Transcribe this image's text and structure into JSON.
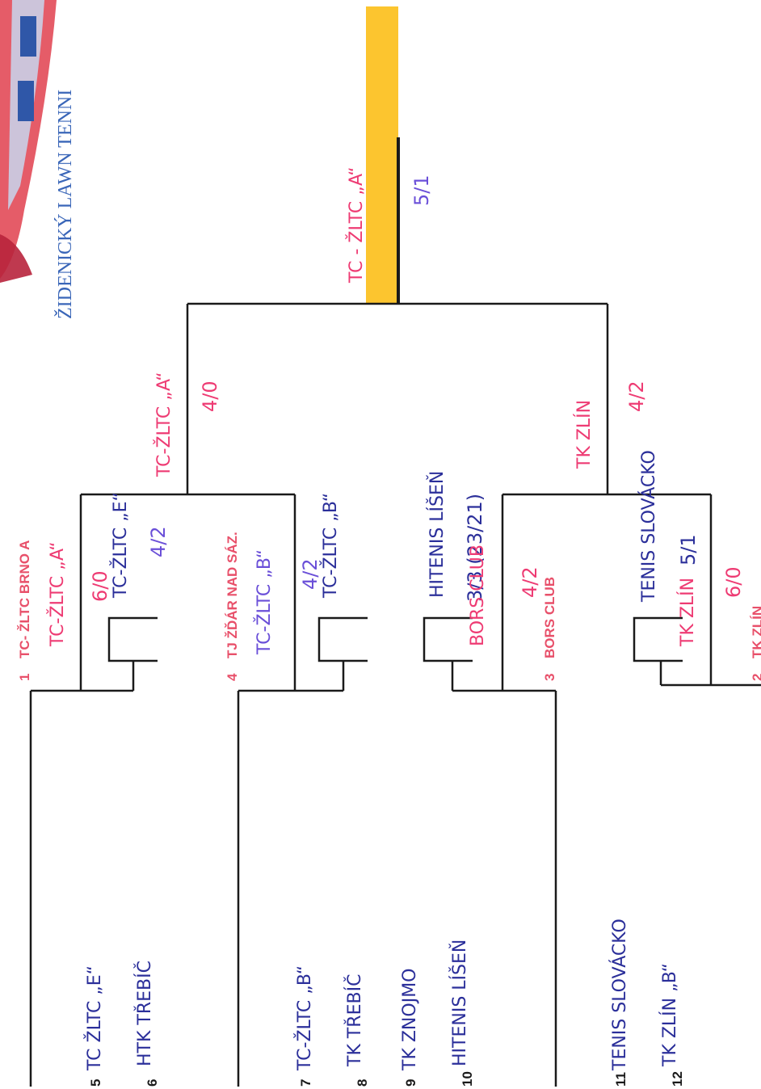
{
  "header": {
    "club_name": "ŽIDENICKÝ LAWN TENNI"
  },
  "colors": {
    "line": "#1a1a1a",
    "seed": "#e8506a",
    "blue_ink": "#2b2f9a",
    "pink_ink": "#ee3b73",
    "purple_ink": "#6a4fd8",
    "champion_highlight": "#fcc52f",
    "club_text": "#3a66b8"
  },
  "numbers": [
    "5",
    "6",
    "7",
    "8",
    "9",
    "10",
    "11",
    "12",
    "1",
    "4",
    "3",
    "2"
  ],
  "seeds": [
    {
      "name": "TC- ŽLTC BRNO A"
    },
    {
      "name": "TJ ŽĎÁR NAD SÁZ."
    },
    {
      "name": "BORS CLUB"
    },
    {
      "name": "TK ZLÍN"
    }
  ],
  "round1": [
    {
      "team_a": "TC ŽLTC „E“",
      "team_b": "HTK TŘEBÍČ",
      "winner": "TC-ŽLTC „E“",
      "score": "4/2"
    },
    {
      "team_a": "TC-ŽLTC „B“",
      "team_b": "TK TŘEBÍČ",
      "winner": "TC-ŽLTC „B“",
      "score": ""
    },
    {
      "team_a": "TK ZNOJMO",
      "team_b": "HITENIS LÍŠEŇ",
      "winner": "HITENIS LÍŠEŇ",
      "score": "3/3 (23/21)"
    },
    {
      "team_a": "TENIS SLOVÁCKO",
      "team_b": "TK ZLÍN „B“",
      "winner": "TENIS SLOVÁCKO",
      "score": "5/1"
    }
  ],
  "quarterfinals": [
    {
      "winner": "TC-ŽLTC „A“",
      "score": "6/0"
    },
    {
      "winner": "TC-ŽLTC „B“",
      "score": "4/2"
    },
    {
      "winner": "BORS CLUB",
      "score": "4/2"
    },
    {
      "winner": "TK ZLÍN",
      "score": "6/0"
    }
  ],
  "semifinals": [
    {
      "winner": "TC-ŽLTC „A“",
      "score": "4/0"
    },
    {
      "winner": "TK ZLÍN",
      "score": "4/2"
    }
  ],
  "final": {
    "winner": "TC - ŽLTC „A“",
    "score": "5/1"
  }
}
